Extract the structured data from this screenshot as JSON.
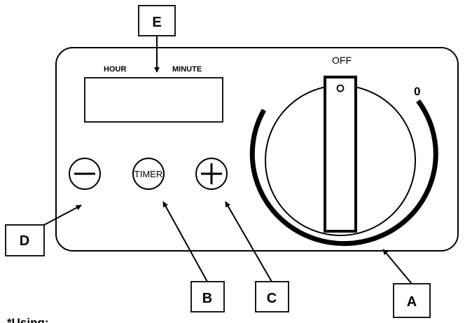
{
  "panel": {
    "display_label_hour": "HOUR",
    "display_label_minute": "MINUTE",
    "dial_off_label": "OFF",
    "dial_zero_label": "0",
    "timer_button_label": "TIMER"
  },
  "callouts": {
    "a": "A",
    "b": "B",
    "c": "C",
    "d": "D",
    "e": "E"
  },
  "footer": {
    "text": "*Using:"
  }
}
